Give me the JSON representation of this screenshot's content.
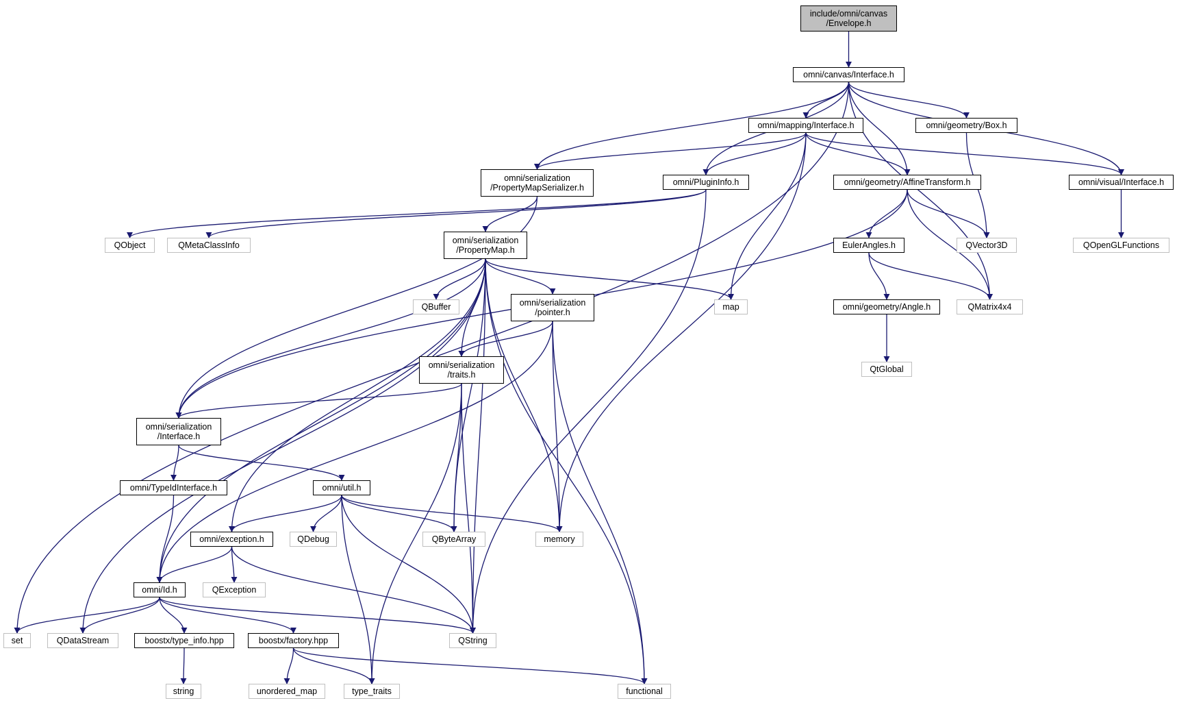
{
  "colors": {
    "edge": "#191970",
    "local_border": "#000000",
    "system_border": "#bfbfbf",
    "root_fill": "#bfbfbf"
  },
  "nodes": {
    "envelope": [
      "include/omni/canvas",
      "/Envelope.h"
    ],
    "canvas_interface": [
      "omni/canvas/Interface.h"
    ],
    "mapping_interface": [
      "omni/mapping/Interface.h"
    ],
    "geometry_box": [
      "omni/geometry/Box.h"
    ],
    "property_map_serializer": [
      "omni/serialization",
      "/PropertyMapSerializer.h"
    ],
    "plugin_info": [
      "omni/PluginInfo.h"
    ],
    "affine_transform": [
      "omni/geometry/AffineTransform.h"
    ],
    "visual_interface": [
      "omni/visual/Interface.h"
    ],
    "qobject": [
      "QObject"
    ],
    "qmetaclassinfo": [
      "QMetaClassInfo"
    ],
    "property_map": [
      "omni/serialization",
      "/PropertyMap.h"
    ],
    "euler_angles": [
      "EulerAngles.h"
    ],
    "qvector3d": [
      "QVector3D"
    ],
    "qopenglfunctions": [
      "QOpenGLFunctions"
    ],
    "qbuffer": [
      "QBuffer"
    ],
    "pointer": [
      "omni/serialization",
      "/pointer.h"
    ],
    "map": [
      "map"
    ],
    "angle": [
      "omni/geometry/Angle.h"
    ],
    "qmatrix4x4": [
      "QMatrix4x4"
    ],
    "traits": [
      "omni/serialization",
      "/traits.h"
    ],
    "qtglobal": [
      "QtGlobal"
    ],
    "serialization_interface": [
      "omni/serialization",
      "/Interface.h"
    ],
    "typeid_interface": [
      "omni/TypeIdInterface.h"
    ],
    "util": [
      "omni/util.h"
    ],
    "exception": [
      "omni/exception.h"
    ],
    "qdebug": [
      "QDebug"
    ],
    "qbytearray": [
      "QByteArray"
    ],
    "memory": [
      "memory"
    ],
    "id": [
      "omni/Id.h"
    ],
    "qexception": [
      "QException"
    ],
    "set": [
      "set"
    ],
    "qdatastream": [
      "QDataStream"
    ],
    "type_info": [
      "boostx/type_info.hpp"
    ],
    "factory": [
      "boostx/factory.hpp"
    ],
    "qstring": [
      "QString"
    ],
    "string": [
      "string"
    ],
    "unordered_map": [
      "unordered_map"
    ],
    "type_traits": [
      "type_traits"
    ],
    "functional": [
      "functional"
    ]
  },
  "edges": [
    [
      "envelope",
      "canvas_interface"
    ],
    [
      "canvas_interface",
      "set"
    ],
    [
      "canvas_interface",
      "property_map_serializer"
    ],
    [
      "canvas_interface",
      "plugin_info"
    ],
    [
      "canvas_interface",
      "mapping_interface"
    ],
    [
      "canvas_interface",
      "affine_transform"
    ],
    [
      "canvas_interface",
      "geometry_box"
    ],
    [
      "canvas_interface",
      "visual_interface"
    ],
    [
      "canvas_interface",
      "qmatrix4x4"
    ],
    [
      "mapping_interface",
      "property_map_serializer"
    ],
    [
      "mapping_interface",
      "plugin_info"
    ],
    [
      "mapping_interface",
      "affine_transform"
    ],
    [
      "mapping_interface",
      "visual_interface"
    ],
    [
      "mapping_interface",
      "map"
    ],
    [
      "mapping_interface",
      "memory"
    ],
    [
      "geometry_box",
      "qvector3d"
    ],
    [
      "property_map_serializer",
      "property_map"
    ],
    [
      "property_map_serializer",
      "serialization_interface"
    ],
    [
      "plugin_info",
      "qobject"
    ],
    [
      "plugin_info",
      "qmetaclassinfo"
    ],
    [
      "plugin_info",
      "qstring"
    ],
    [
      "affine_transform",
      "euler_angles"
    ],
    [
      "affine_transform",
      "qvector3d"
    ],
    [
      "affine_transform",
      "qmatrix4x4"
    ],
    [
      "affine_transform",
      "serialization_interface"
    ],
    [
      "visual_interface",
      "qopenglfunctions"
    ],
    [
      "euler_angles",
      "angle"
    ],
    [
      "euler_angles",
      "qmatrix4x4"
    ],
    [
      "angle",
      "qtglobal"
    ],
    [
      "property_map",
      "qbuffer"
    ],
    [
      "property_map",
      "pointer"
    ],
    [
      "property_map",
      "map"
    ],
    [
      "property_map",
      "traits"
    ],
    [
      "property_map",
      "serialization_interface"
    ],
    [
      "property_map",
      "id"
    ],
    [
      "property_map",
      "exception"
    ],
    [
      "property_map",
      "qdatastream"
    ],
    [
      "property_map",
      "qbytearray"
    ],
    [
      "property_map",
      "memory"
    ],
    [
      "property_map",
      "qstring"
    ],
    [
      "property_map",
      "functional"
    ],
    [
      "pointer",
      "traits"
    ],
    [
      "pointer",
      "id"
    ],
    [
      "pointer",
      "memory"
    ],
    [
      "pointer",
      "functional"
    ],
    [
      "traits",
      "serialization_interface"
    ],
    [
      "traits",
      "qbytearray"
    ],
    [
      "traits",
      "qstring"
    ],
    [
      "traits",
      "type_traits"
    ],
    [
      "serialization_interface",
      "typeid_interface"
    ],
    [
      "serialization_interface",
      "util"
    ],
    [
      "typeid_interface",
      "id"
    ],
    [
      "util",
      "exception"
    ],
    [
      "util",
      "qdebug"
    ],
    [
      "util",
      "qbytearray"
    ],
    [
      "util",
      "memory"
    ],
    [
      "util",
      "qstring"
    ],
    [
      "util",
      "type_traits"
    ],
    [
      "exception",
      "id"
    ],
    [
      "exception",
      "qexception"
    ],
    [
      "exception",
      "qstring"
    ],
    [
      "id",
      "set"
    ],
    [
      "id",
      "qdatastream"
    ],
    [
      "id",
      "type_info"
    ],
    [
      "id",
      "factory"
    ],
    [
      "id",
      "qstring"
    ],
    [
      "type_info",
      "string"
    ],
    [
      "factory",
      "unordered_map"
    ],
    [
      "factory",
      "type_traits"
    ],
    [
      "factory",
      "functional"
    ]
  ]
}
